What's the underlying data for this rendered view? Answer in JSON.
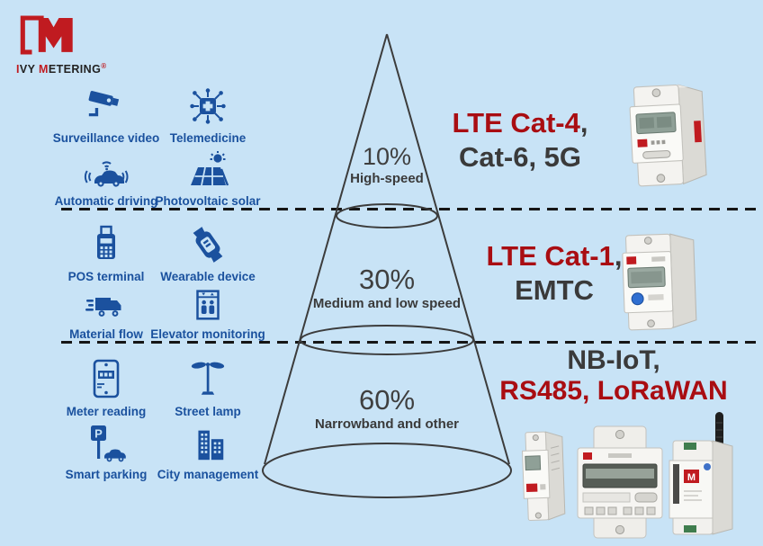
{
  "colors": {
    "background": "#c8e3f6",
    "icon_blue": "#1b519e",
    "logo_red": "#c01b20",
    "tech_red": "#a90d12",
    "text_dark": "#3a3a3a",
    "cone_stroke": "#3c3c3c"
  },
  "logo": {
    "part1": "I",
    "part2": "VY ",
    "part3": "M",
    "part4": "ETERING",
    "reg": "®"
  },
  "use_cases": [
    {
      "icon": "cctv-camera-icon",
      "label": "Surveillance video"
    },
    {
      "icon": "telemedicine-icon",
      "label": "Telemedicine"
    },
    {
      "icon": "autonomous-car-icon",
      "label": "Automatic driving"
    },
    {
      "icon": "solar-panel-icon",
      "label": "Photovoltaic solar"
    },
    {
      "icon": "pos-terminal-icon",
      "label": "POS terminal"
    },
    {
      "icon": "smartwatch-icon",
      "label": "Wearable device"
    },
    {
      "icon": "delivery-truck-icon",
      "label": "Material flow"
    },
    {
      "icon": "elevator-icon",
      "label": "Elevator monitoring"
    },
    {
      "icon": "utility-meter-icon",
      "label": "Meter reading"
    },
    {
      "icon": "street-lamp-icon",
      "label": "Street lamp"
    },
    {
      "icon": "parking-sign-car-icon",
      "label": "Smart parking"
    },
    {
      "icon": "city-buildings-icon",
      "label": "City management"
    }
  ],
  "pyramid": {
    "tiers": [
      {
        "percent": "10%",
        "label": "High-speed"
      },
      {
        "percent": "30%",
        "label": "Medium and low speed"
      },
      {
        "percent": "60%",
        "label": "Narrowband and other"
      }
    ]
  },
  "technologies": [
    {
      "primary": "LTE Cat-4",
      "separator": ",",
      "secondary": "Cat-6, 5G"
    },
    {
      "primary": "LTE Cat-1",
      "separator": ",",
      "secondary": "EMTC"
    },
    {
      "primary": "NB-IoT,",
      "secondary": "RS485, LoRaWAN"
    }
  ],
  "products": [
    {
      "name": "single-phase-din-rail-meter"
    },
    {
      "name": "single-phase-din-rail-meter-cat1"
    },
    {
      "name": "slim-din-rail-meter"
    },
    {
      "name": "three-phase-din-rail-meter"
    },
    {
      "name": "wireless-meter-with-antenna"
    }
  ]
}
